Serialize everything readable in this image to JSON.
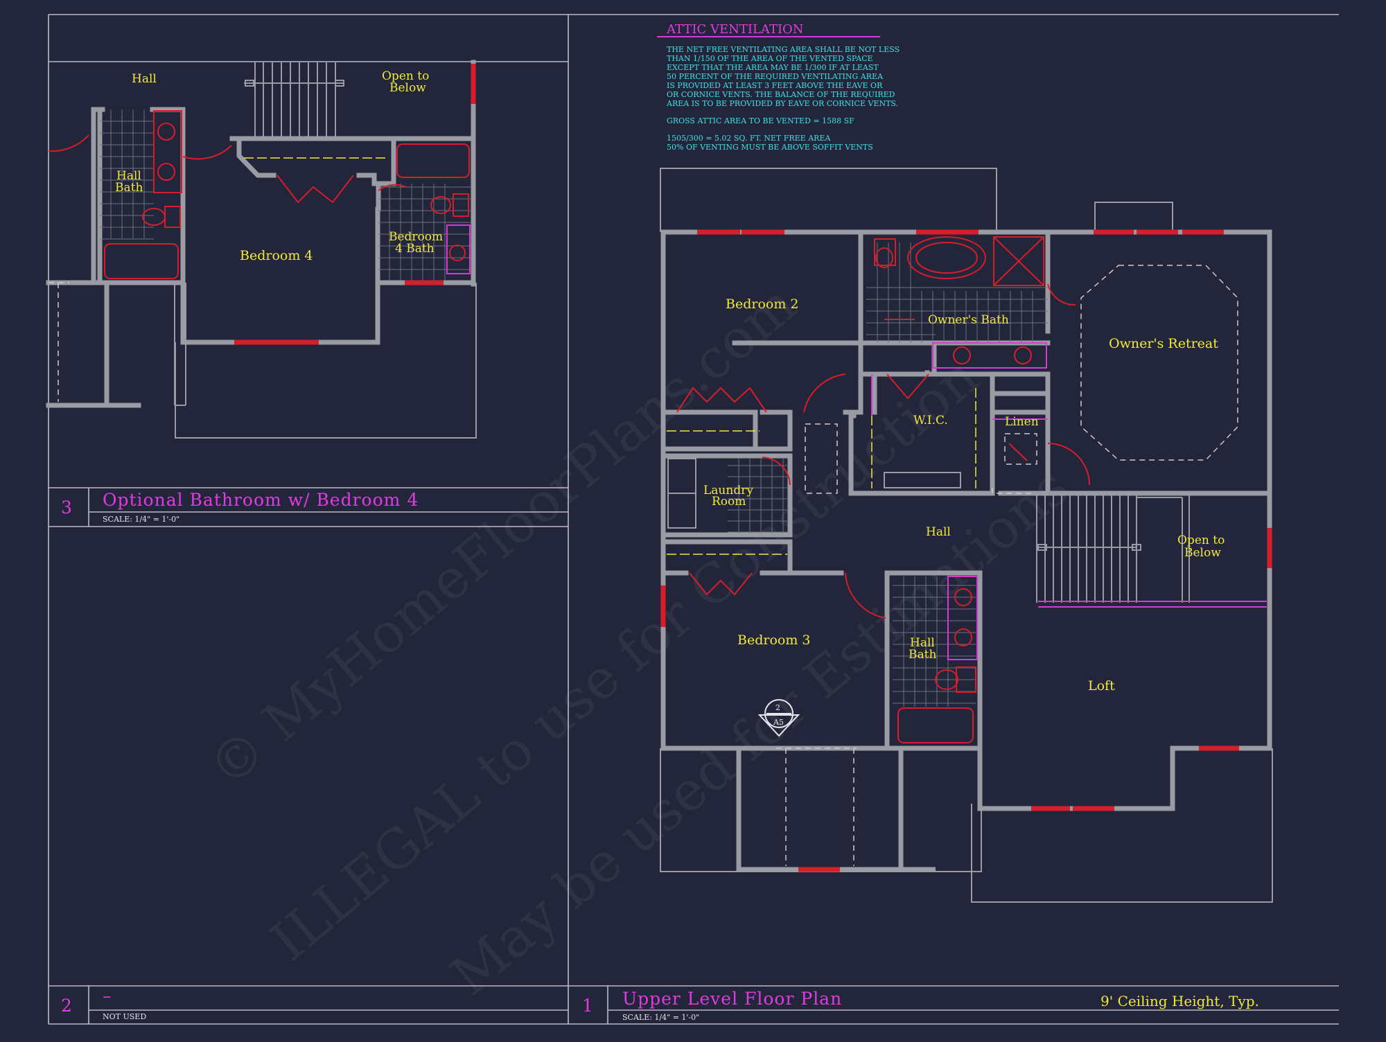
{
  "attic": {
    "heading": "ATTIC VENTILATION",
    "lines": [
      "THE NET FREE VENTILATING AREA SHALL BE NOT LESS",
      "THAN 1/150 OF THE AREA OF THE VENTED SPACE",
      "EXCEPT THAT THE AREA MAY BE 1/300 IF AT LEAST",
      "50 PERCENT OF THE REQUIRED VENTILATING AREA",
      "IS PROVIDED AT LEAST 3 FEET ABOVE THE EAVE OR",
      "OR CORNICE VENTS.  THE BALANCE OF THE REQUIRED",
      "AREA IS TO BE PROVIDED BY EAVE OR CORNICE VENTS."
    ],
    "gross": "GROSS ATTIC AREA TO BE VENTED = 1588 SF",
    "calc1": "1505/300 = 5.02 SQ. FT. NET FREE AREA",
    "calc2": "50% OF VENTING MUST BE ABOVE SOFFIT VENTS"
  },
  "panel3": {
    "number": "3",
    "title": "Optional Bathroom w/ Bedroom 4",
    "scale": "SCALE: 1/4\" = 1'-0\"",
    "rooms": {
      "hall": "Hall",
      "open_below_1": "Open to",
      "open_below_2": "Below",
      "hall_bath_1": "Hall",
      "hall_bath_2": "Bath",
      "bedroom4": "Bedroom 4",
      "bed4bath_1": "Bedroom",
      "bed4bath_2": "4 Bath"
    }
  },
  "panel2": {
    "number": "2",
    "title": "–",
    "note": "NOT USED"
  },
  "panel1": {
    "number": "1",
    "title": "Upper Level Floor Plan",
    "scale": "SCALE: 1/4\" = 1'-0\"",
    "ceiling": "9' Ceiling Height, Typ.",
    "rooms": {
      "bedroom2": "Bedroom 2",
      "owners_bath": "Owner's Bath",
      "owners_retreat": "Owner's Retreat",
      "wic": "W.I.C.",
      "linen": "Linen",
      "laundry_1": "Laundry",
      "laundry_2": "Room",
      "hall": "Hall",
      "open_below_1": "Open to",
      "open_below_2": "Below",
      "bedroom3": "Bedroom 3",
      "hall_bath_1": "Hall",
      "hall_bath_2": "Bath",
      "loft": "Loft"
    },
    "section_marker": {
      "top": "2",
      "bottom": "A5"
    }
  },
  "watermark": {
    "line1": "© MyHomeFloorPlans.com",
    "line2": "ILLEGAL to use for Construction",
    "line3": "May be used for Estimations"
  },
  "colors": {
    "background": "#23263a",
    "walls": "#9a9ba3",
    "windows": "#d61d2a",
    "room_labels": "#f1ea3a",
    "titles": "#e13be0",
    "notes": "#3fe0e6"
  }
}
